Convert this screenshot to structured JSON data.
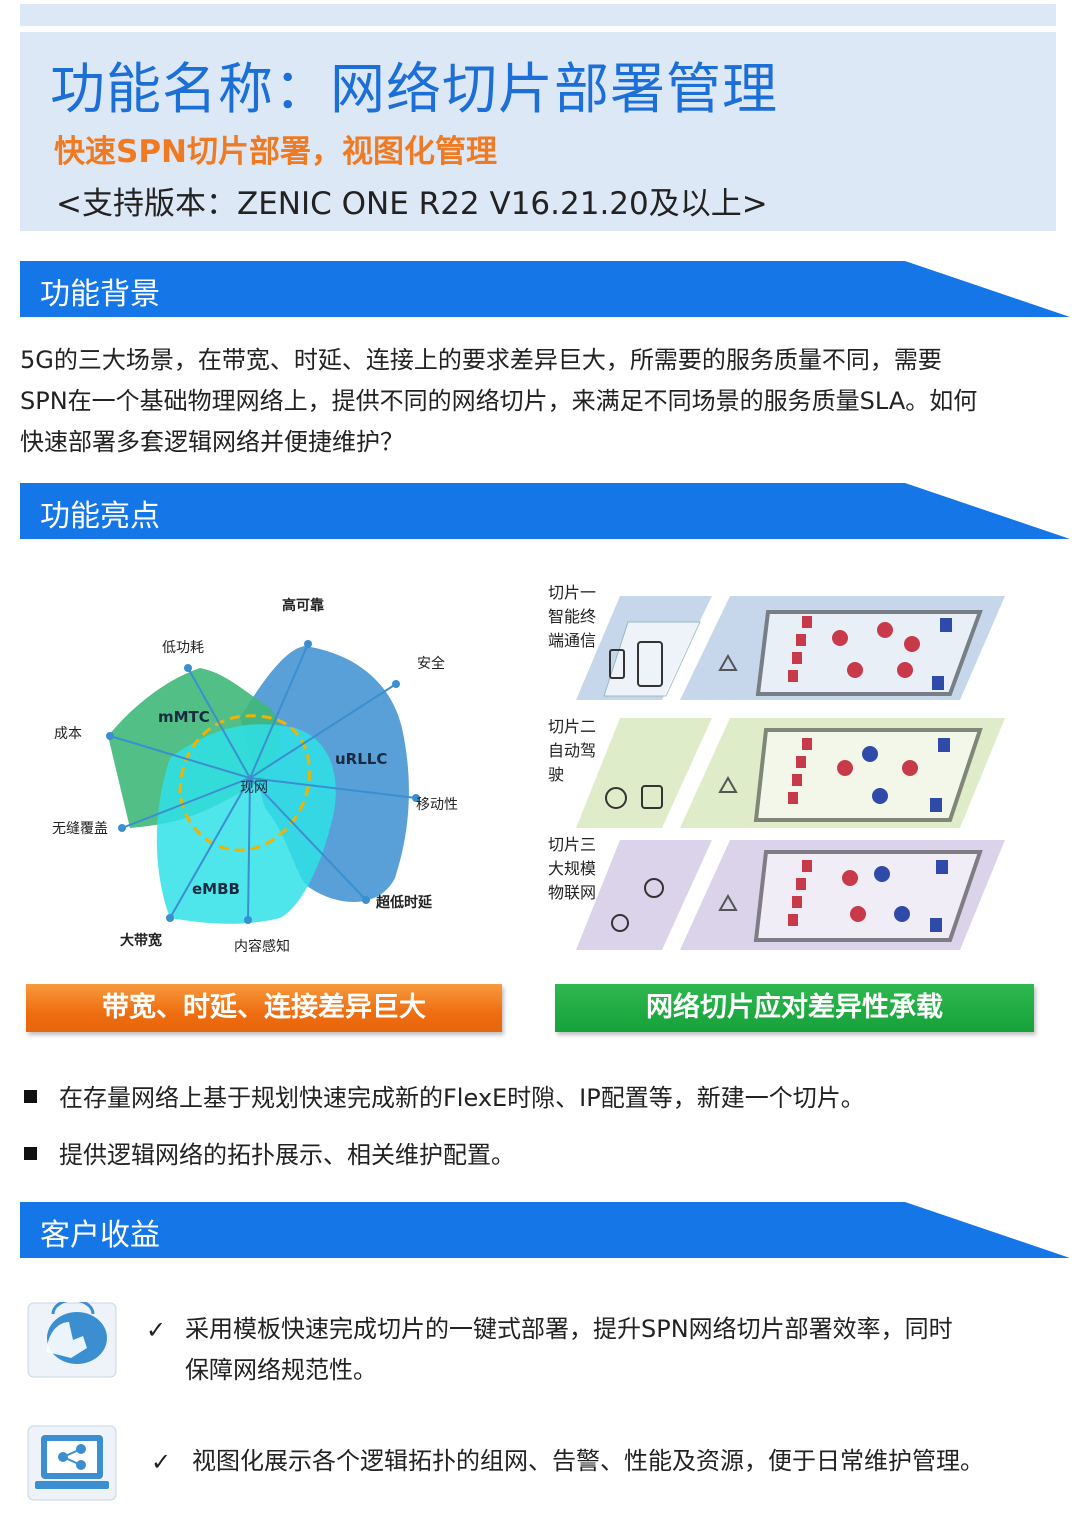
{
  "header": {
    "title": "功能名称：网络切片部署管理",
    "subtitle": "快速SPN切片部署，视图化管理",
    "version": "<支持版本：ZENIC ONE R22 V16.21.20及以上>"
  },
  "sections": {
    "background": "功能背景",
    "highlights": "功能亮点",
    "benefits": "客户收益"
  },
  "background_text": {
    "line1": "5G的三大场景，在带宽、时延、连接上的要求差异巨大，所需要的服务质量不同，需要",
    "line2": "SPN在一个基础物理网络上，提供不同的网络切片，来满足不同场景的服务质量SLA。如何",
    "line3": "快速部署多套逻辑网络并便捷维护？"
  },
  "radar": {
    "axes": {
      "high_reliability": "高可靠",
      "low_power": "低功耗",
      "security": "安全",
      "cost": "成本",
      "mobility": "移动性",
      "seamless": "无缝覆盖",
      "low_latency": "超低时延",
      "bandwidth": "大带宽",
      "content": "内容感知"
    },
    "regions": {
      "mmtc": "mMTC",
      "urllc": "uRLLC",
      "embb": "eMBB",
      "current": "现网"
    },
    "colors": {
      "mmtc": "#3fb87a",
      "urllc": "#3b8fd0",
      "embb": "#2fe0e8"
    }
  },
  "slices": [
    {
      "label": [
        "切片一",
        "智能终",
        "端通信"
      ],
      "color": "#b8cde6"
    },
    {
      "label": [
        "切片二",
        "自动驾",
        "驶"
      ],
      "color": "#d9e9c0"
    },
    {
      "label": [
        "切片三",
        "大规模",
        "物联网"
      ],
      "color": "#d4cbe6"
    }
  ],
  "buttons": {
    "orange": "带宽、时延、连接差异巨大",
    "green": "网络切片应对差异性承载"
  },
  "bullets": [
    "在存量网络上基于规划快速完成新的FlexE时隙、IP配置等，新建一个切片。",
    "提供逻辑网络的拓扑展示、相关维护配置。"
  ],
  "benefits": {
    "item1_line1": "采用模板快速完成切片的一键式部署，提升SPN网络切片部署效率，同时",
    "item1_line2": "保障网络规范性。",
    "item2_line1": "视图化展示各个逻辑拓扑的组网、告警、性能及资源，便于日常维护管理。",
    "check": "✓"
  }
}
